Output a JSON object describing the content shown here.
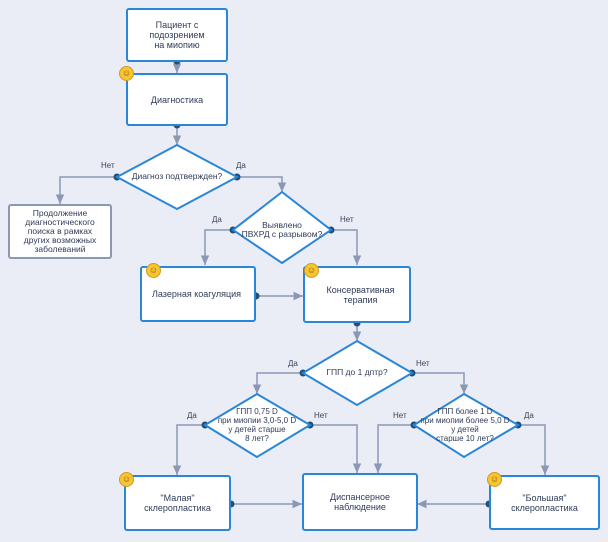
{
  "nodes": {
    "start": "Пациент с подозрением\nна миопию",
    "diagnostics": "Диагностика",
    "diag_confirmed": "Диагноз подтвержден?",
    "continue_search": "Продолжение\nдиагностического\nпоиска в рамках\nдругих возможных\nзаболеваний",
    "pvhrd": "Выявлено\nПВХРД с разрывом?",
    "laser": "Лазерная коагуляция",
    "conservative": "Консервативная терапия",
    "gpp1": "ГПП до 1 дптр?",
    "gpp075": "ГПП 0,75 D\nпри миопии 3,0-5,0 D\nу детей старше\n8 лет?",
    "gpp1d": "ГПП более 1 D\nпри миопии более 5,0 D\nу детей\nстарше 10 лет?",
    "small": "\"Малая\"\nсклеропластика",
    "dispensary": "Диспансерное\nнаблюдение",
    "large": "\"Большая\"\nсклеропластика"
  },
  "labels": {
    "no": "Нет",
    "yes": "Да"
  },
  "icons": {
    "badge": "smiley-icon",
    "badge_glyph": "☺",
    "badge_color": "#f6c531",
    "box_border": "#2a86d6",
    "line_color": "#8b98b5",
    "dot_color": "#1f4f7a"
  }
}
